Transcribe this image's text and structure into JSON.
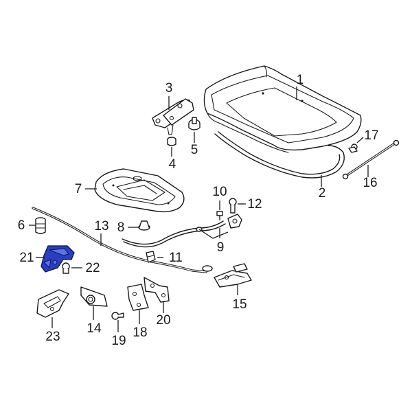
{
  "diagram": {
    "highlight_color": "#2a3ec0",
    "callouts": [
      {
        "id": "c1",
        "label": "1"
      },
      {
        "id": "c2",
        "label": "2"
      },
      {
        "id": "c3",
        "label": "3"
      },
      {
        "id": "c4",
        "label": "4"
      },
      {
        "id": "c5",
        "label": "5"
      },
      {
        "id": "c6",
        "label": "6"
      },
      {
        "id": "c7",
        "label": "7"
      },
      {
        "id": "c8",
        "label": "8"
      },
      {
        "id": "c9",
        "label": "9"
      },
      {
        "id": "c10",
        "label": "10"
      },
      {
        "id": "c11",
        "label": "11"
      },
      {
        "id": "c12",
        "label": "12"
      },
      {
        "id": "c13",
        "label": "13"
      },
      {
        "id": "c14",
        "label": "14"
      },
      {
        "id": "c15",
        "label": "15"
      },
      {
        "id": "c16",
        "label": "16"
      },
      {
        "id": "c17",
        "label": "17"
      },
      {
        "id": "c18",
        "label": "18"
      },
      {
        "id": "c19",
        "label": "19"
      },
      {
        "id": "c20",
        "label": "20"
      },
      {
        "id": "c21",
        "label": "21"
      },
      {
        "id": "c22",
        "label": "22"
      },
      {
        "id": "c23",
        "label": "23"
      }
    ]
  }
}
